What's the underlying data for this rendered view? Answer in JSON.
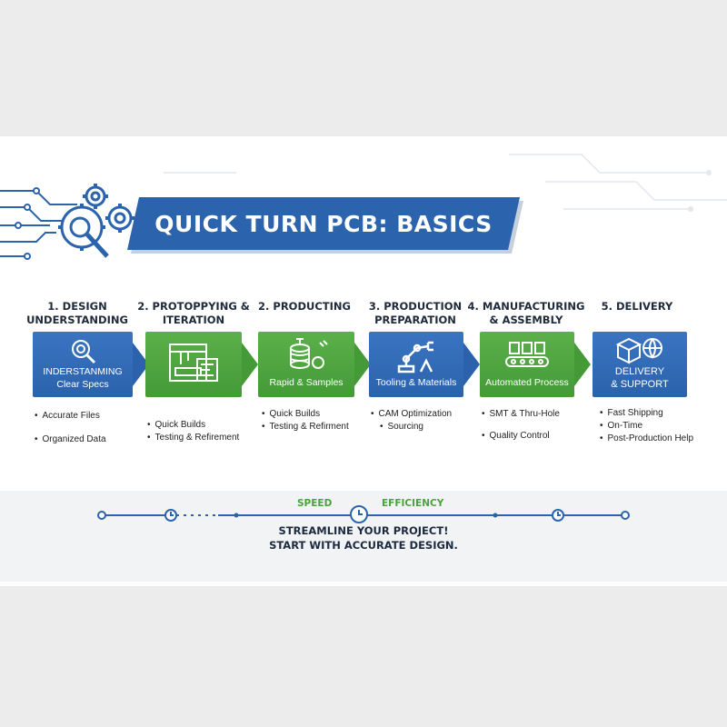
{
  "title": "QUICK TURN PCB: BASICS",
  "steps": [
    {
      "title": "1. DESIGN UNDERSTANDING",
      "card_line1": "INDERSTANMING",
      "card_line2": "Clear Specs",
      "bullets": [
        "Accurate Files",
        "Organized Data"
      ],
      "color": "#2b62ab",
      "icon": "magnifier-gear-icon"
    },
    {
      "title": "2. PROTOPPYING & ITERATION",
      "card_line1": "",
      "card_line2": "",
      "bullets": [
        "Quick Builds",
        "Testing & Refirement"
      ],
      "color": "#449a37",
      "icon": "3d-printer-icon"
    },
    {
      "title": "2. PRODUCTING",
      "card_line1": "Rapid & Samples",
      "card_line2": "",
      "bullets": [
        "Quick Builds",
        "Testing & Refirment"
      ],
      "color": "#449a37",
      "icon": "spool-icon"
    },
    {
      "title": "3. PRODUCTION PREPARATION",
      "card_line1": "Tooling & Materials",
      "card_line2": "",
      "bullets": [
        "CAM Optimization",
        "Sourcing"
      ],
      "color": "#2b62ab",
      "icon": "robot-arm-icon"
    },
    {
      "title": "4. MANUFACTURING & ASSEMBLY",
      "card_line1": "Automated Process",
      "card_line2": "",
      "bullets": [
        "SMT & Thru-Hole",
        "Quality Control"
      ],
      "color": "#449a37",
      "icon": "conveyor-icon"
    },
    {
      "title": "5. DELIVERY",
      "card_line1": "DELIVERY",
      "card_line2": "& SUPPORT",
      "bullets": [
        "Fast Shipping",
        "On-Time",
        "Post-Production Help"
      ],
      "color": "#2b62ab",
      "icon": "box-globe-icon"
    }
  ],
  "timeline": {
    "left_label": "SPEED",
    "right_label": "EFFICIENCY"
  },
  "tagline": {
    "line1": "STREAMLINE YOUR PROJECT!",
    "line2": "START WITH ACCURATE DESIGN."
  },
  "colors": {
    "blue": "#2b64ad",
    "green": "#4ba23c",
    "dark": "#1f2a3a"
  }
}
